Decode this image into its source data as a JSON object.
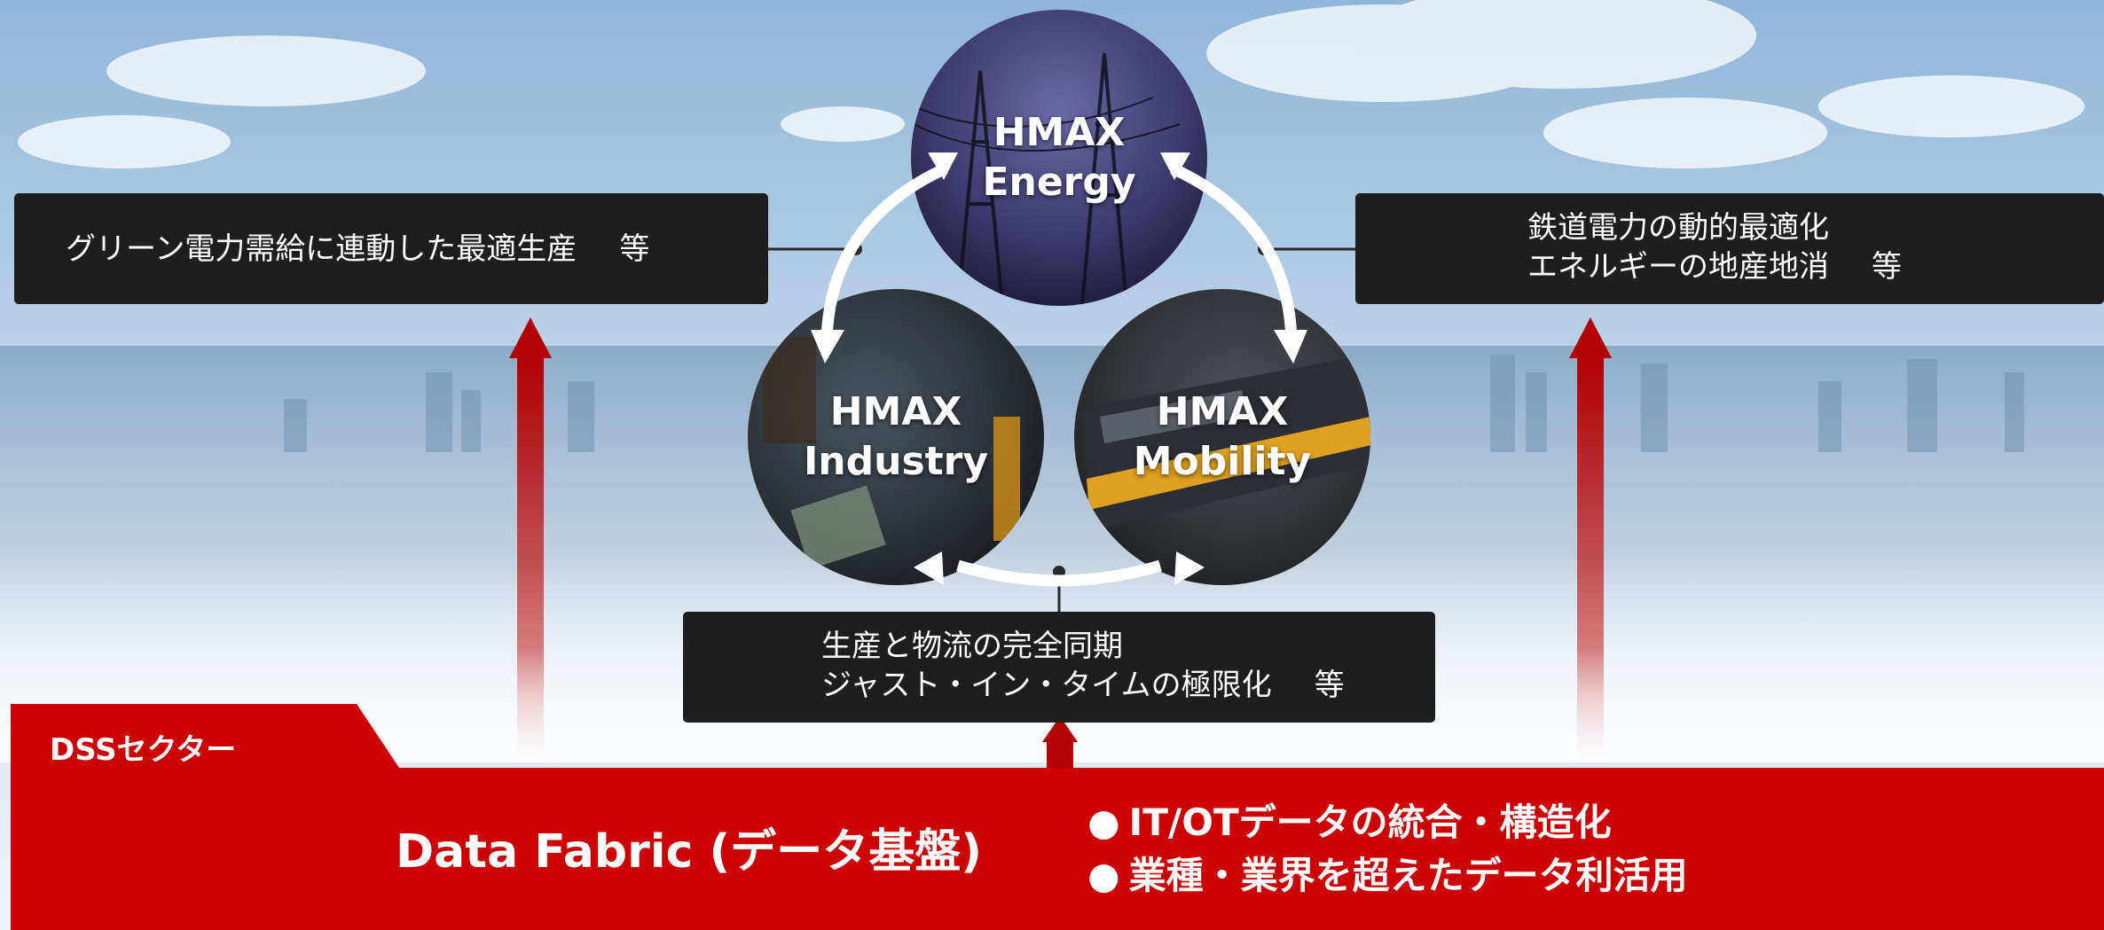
{
  "colors": {
    "accent_red": "#cc0000",
    "box_bg": "#1e1e1e",
    "sky_top": "#8fb6d9",
    "sky_bottom": "#eef3f8"
  },
  "hubs": {
    "energy": {
      "line1": "HMAX",
      "line2": "Energy",
      "photo": "power-lines"
    },
    "industry": {
      "line1": "HMAX",
      "line2": "Industry",
      "photo": "factory-worker"
    },
    "mobility": {
      "line1": "HMAX",
      "line2": "Mobility",
      "photo": "train"
    }
  },
  "boxes": {
    "left": {
      "text": "グリーン電力需給に連動した最適生産",
      "etc": "等"
    },
    "right": {
      "line1": "鉄道電力の動的最適化",
      "line2": "エネルギーの地産地消",
      "etc": "等"
    },
    "bottom": {
      "line1": "生産と物流の完全同期",
      "line2": "ジャスト・イン・タイムの極限化",
      "etc": "等"
    }
  },
  "sector": {
    "tab_label": "DSSセクター",
    "title": "Data Fabric (データ基盤)",
    "bullet_symbol": "●",
    "bullets": [
      "IT/OTデータの統合・構造化",
      "業種・業界を超えたデータ利活用"
    ]
  }
}
